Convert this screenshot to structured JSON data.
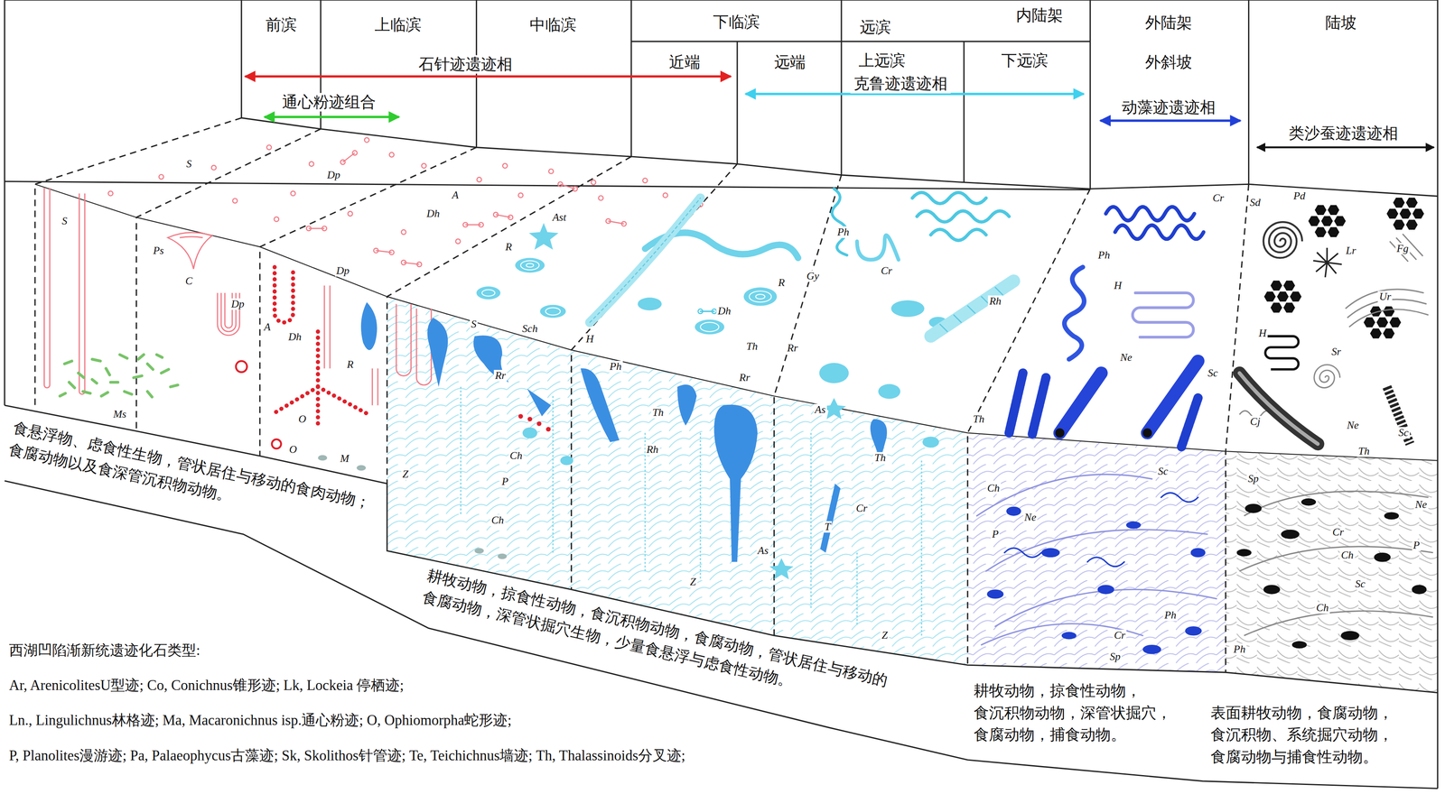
{
  "diagram": {
    "nodes": [
      {
        "text": [
          "前滨"
        ]
      },
      {
        "text": [
          "上临滨"
        ]
      },
      {
        "text": [
          "中临滨"
        ]
      },
      {
        "text": [
          "下临滨"
        ]
      },
      {
        "text": [
          "近端"
        ]
      },
      {
        "text": [
          "远端"
        ]
      },
      {
        "text": [
          "远滨",
          "内陆架"
        ]
      },
      {
        "text": [
          "上远滨"
        ]
      },
      {
        "text": [
          "下远滨"
        ]
      },
      {
        "text": [
          "外陆架",
          "外斜坡"
        ]
      },
      {
        "text": [
          "陆坡"
        ]
      }
    ],
    "labels": [
      "石针迹遗迹相",
      "通心粉迹组合",
      "克鲁迹遗迹相",
      "动藻迹遗迹相",
      "类沙蚕迹遗迹相",
      "食悬浮物、虑食性生物，管状居住与移动的食肉动物； 食腐动物以及食深管沉积物动物。",
      "耕牧动物，掠食性动物，食沉积物动物，食腐动物，管状居住与移动的 食腐动物，深管状掘穴生物，少量食悬浮与虑食性动物。",
      "耕牧动物，掠食性动物， 食沉积物动物，深管状掘穴， 食腐动物，捕食动物。",
      "表面耕牧动物，食腐动物， 食沉积物、系统掘穴动物， 食腐动物与捕食性动物。",
      "西湖凹陷渐新统遗迹化石类型:",
      "Ar, ArenicolitesU型迹; Co, Conichnus锥形迹; Lk, Lockeia 停栖迹;",
      "Ln., Lingulichnus林格迹; Ma, Macaronichnus isp.通心粉迹; O, Ophiomorpha蛇形迹;",
      "P, Planolites漫游迹; Pa, Palaeophycus古藻迹; Sk, Skolithos针管迹; Te, Teichichnus墙迹; Th, Thalassinoids分叉迹;",
      "S",
      "Dp",
      "A",
      "Dh",
      "Ast",
      "R",
      "S",
      "Ps",
      "C",
      "Dp",
      "Dp",
      "A",
      "Dh",
      "R",
      "O",
      "O",
      "M",
      "Ms",
      "Sch",
      "S",
      "Rr",
      "H",
      "Ph",
      "Dh",
      "Th",
      "Rh",
      "Ch",
      "P",
      "Ch",
      "Z",
      "Z",
      "Ph",
      "Gy",
      "R",
      "Th",
      "Rr",
      "Cr",
      "Rh",
      "Rr",
      "As",
      "Th",
      "Cr",
      "T",
      "As",
      "Z",
      "Cr",
      "Ph",
      "H",
      "Ne",
      "Sc",
      "Th",
      "Sc",
      "Ch",
      "Ne",
      "P",
      "Cr",
      "Sp",
      "Ph",
      "Pd",
      "Sd",
      "Lr",
      "Fg",
      "Ur",
      "H",
      "Sr",
      "Cj",
      "Ne",
      "Sc",
      "Th",
      "Sp",
      "Ne",
      "Cr",
      "P",
      "Ch",
      "Sc",
      "Ch",
      "Ph"
    ]
  }
}
